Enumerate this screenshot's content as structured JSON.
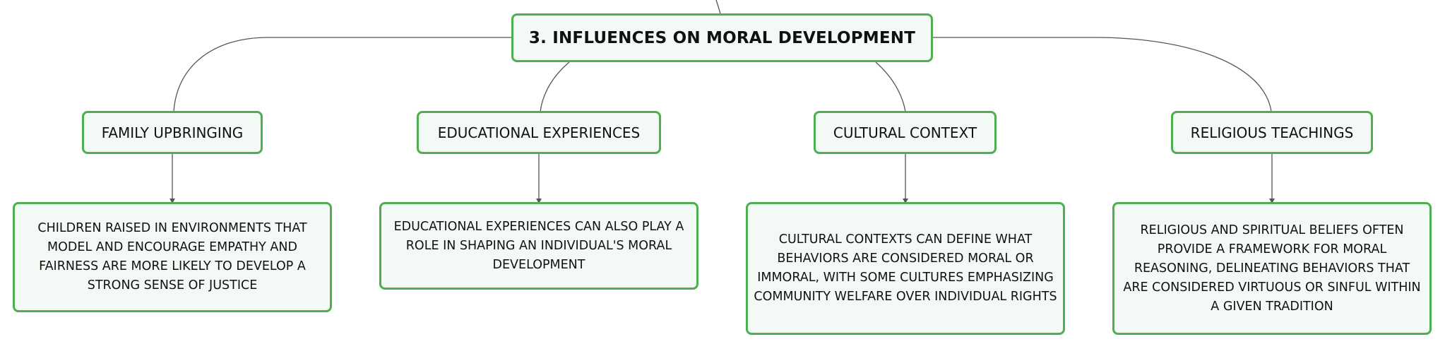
{
  "diagram": {
    "root": {
      "label": "3. INFLUENCES ON MORAL DEVELOPMENT"
    },
    "branches": [
      {
        "label": "FAMILY UPBRINGING",
        "detail": "CHILDREN RAISED IN ENVIRONMENTS THAT MODEL AND ENCOURAGE EMPATHY AND FAIRNESS ARE MORE LIKELY TO DEVELOP A STRONG SENSE OF JUSTICE"
      },
      {
        "label": "EDUCATIONAL EXPERIENCES",
        "detail": "EDUCATIONAL EXPERIENCES CAN ALSO PLAY A ROLE IN SHAPING AN INDIVIDUAL'S MORAL DEVELOPMENT"
      },
      {
        "label": "CULTURAL CONTEXT",
        "detail": "CULTURAL CONTEXTS CAN DEFINE WHAT BEHAVIORS ARE CONSIDERED MORAL OR IMMORAL, WITH SOME CULTURES EMPHASIZING COMMUNITY WELFARE OVER INDIVIDUAL RIGHTS"
      },
      {
        "label": "RELIGIOUS TEACHINGS",
        "detail": "RELIGIOUS AND SPIRITUAL BELIEFS OFTEN PROVIDE A FRAMEWORK FOR MORAL REASONING, DELINEATING BEHAVIORS THAT ARE CONSIDERED VIRTUOUS OR SINFUL WITHIN A GIVEN TRADITION"
      }
    ],
    "colors": {
      "border": "#4caf50",
      "fill": "#f3f9f4",
      "line": "#555555",
      "text": "#111111"
    }
  }
}
